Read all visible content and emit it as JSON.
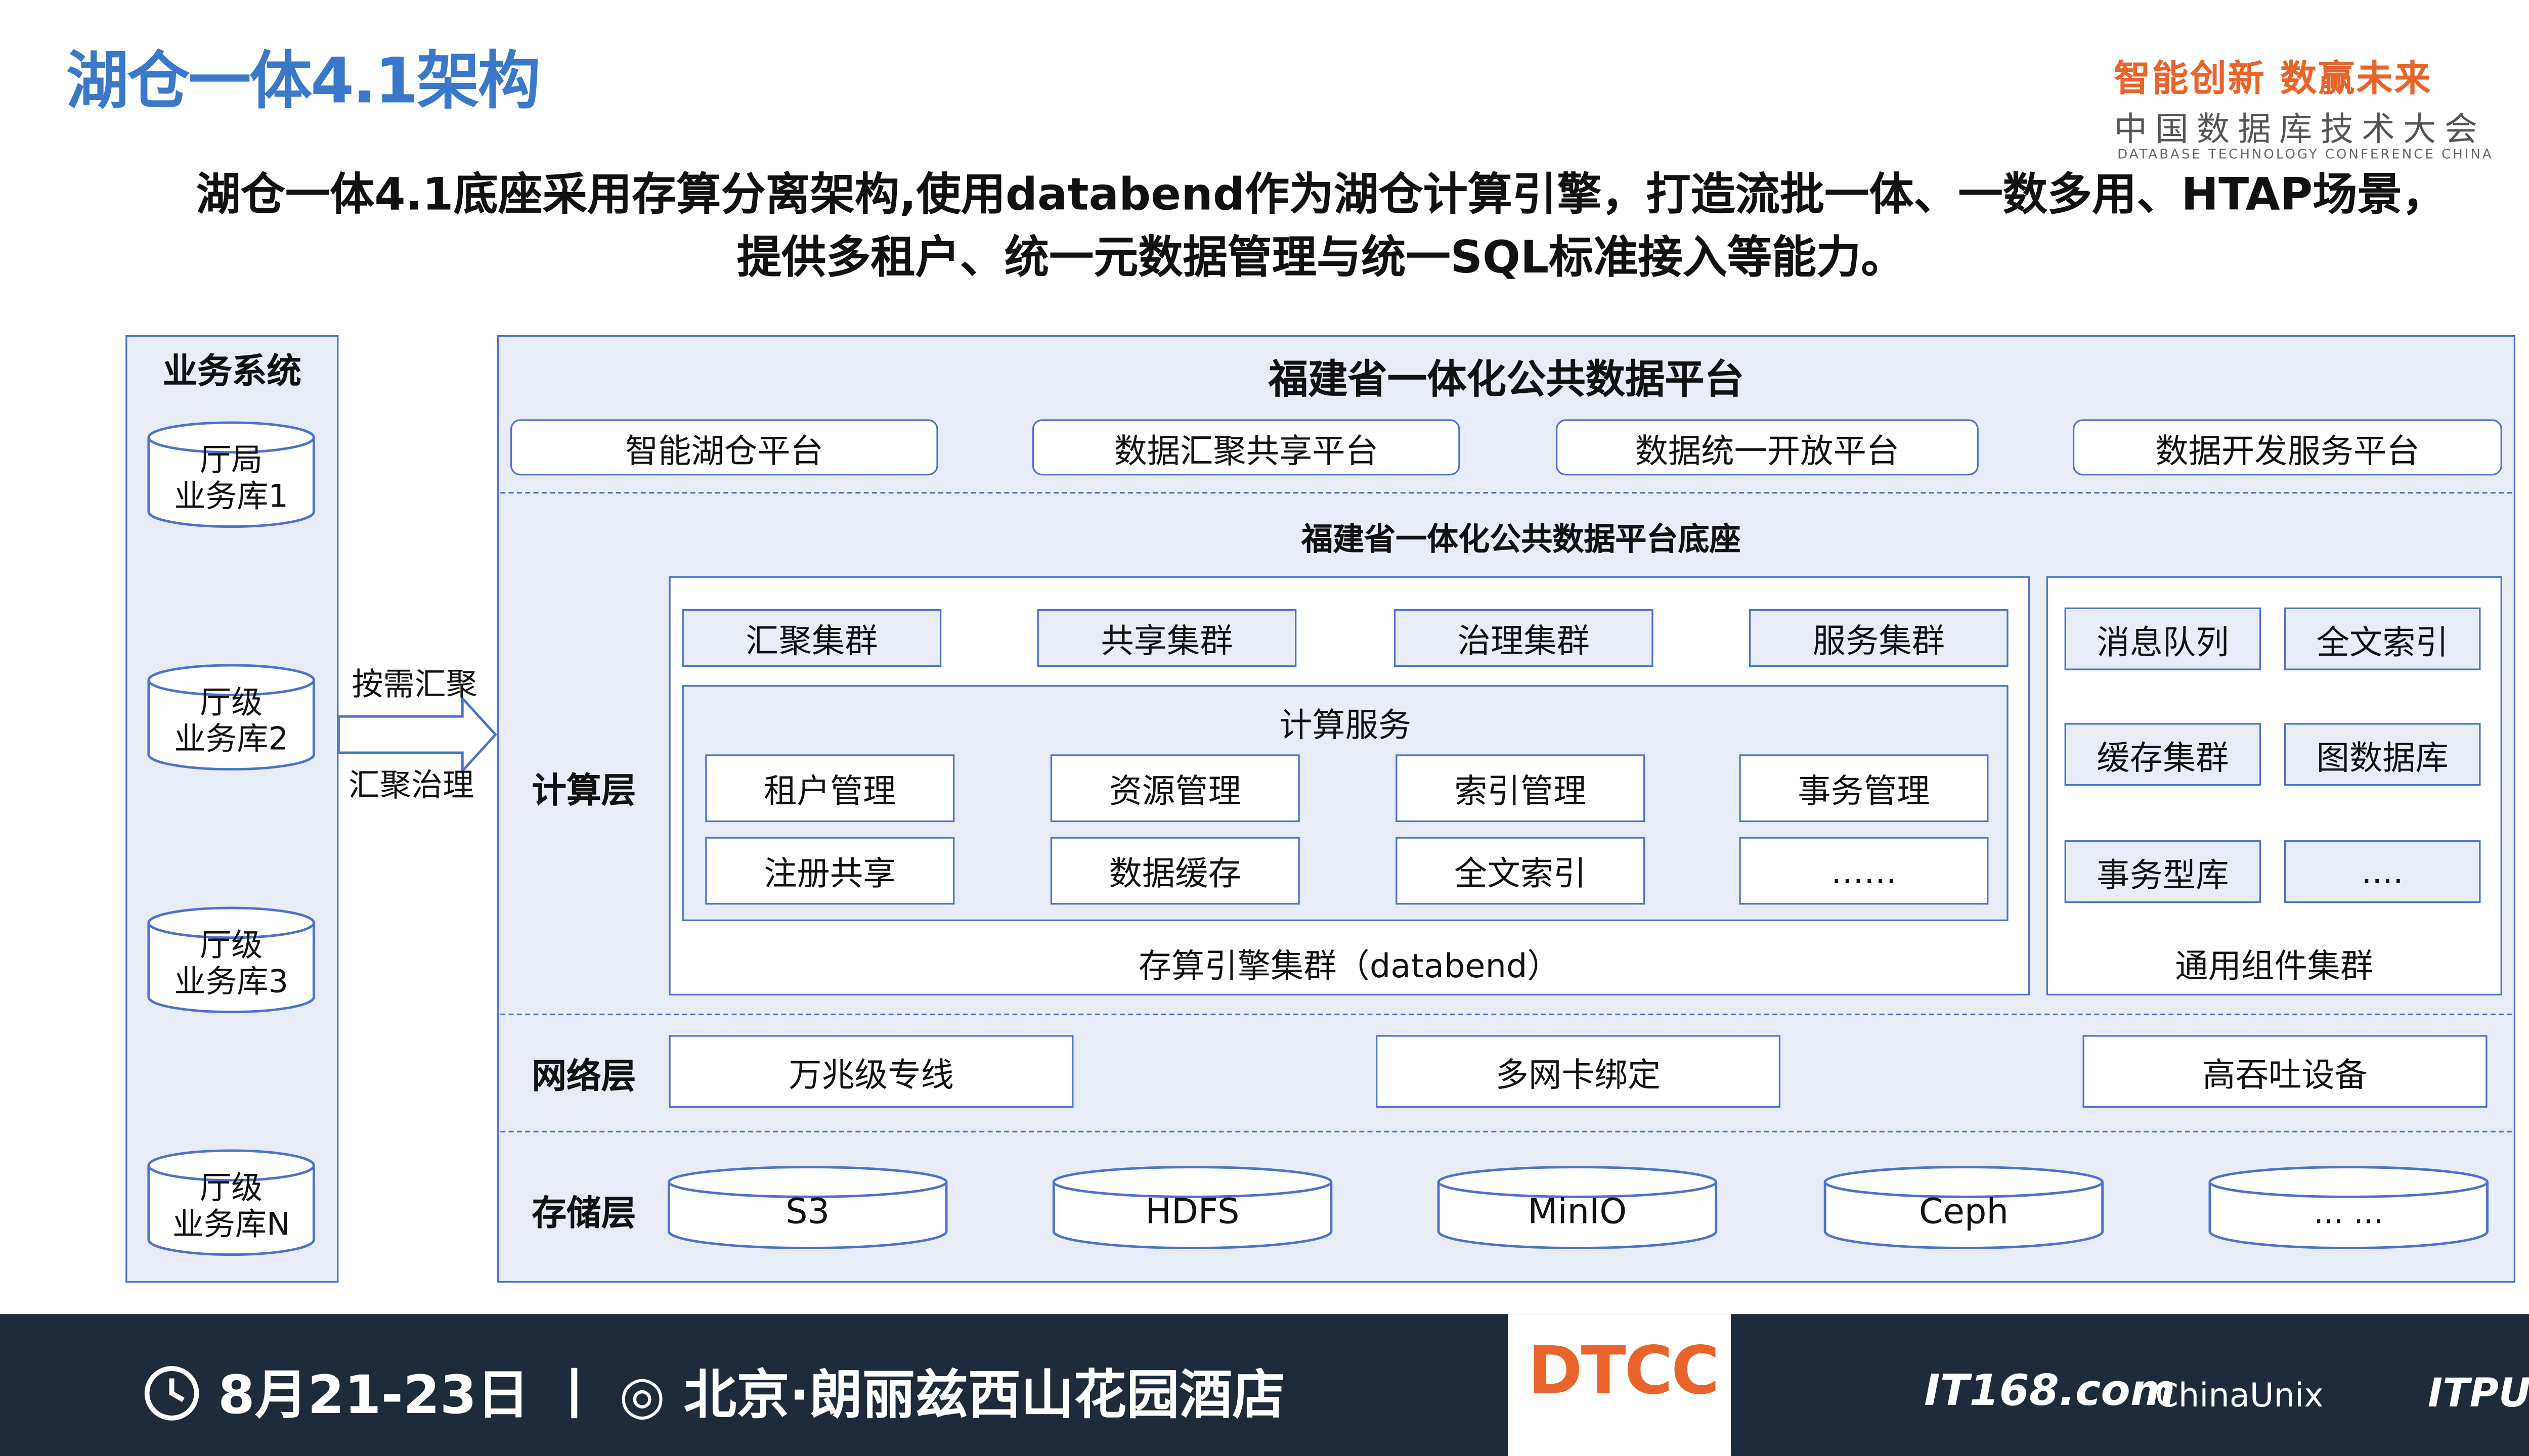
{
  "header": {
    "title": "湖仓一体4.1架构",
    "logo_slogan": "智能创新 数赢未来",
    "logo_cn": "中国数据库技术大会",
    "logo_en": "DATABASE TECHNOLOGY CONFERENCE CHINA"
  },
  "intro": {
    "line1": "湖仓一体4.1底座采用存算分离架构,使用databend作为湖仓计算引擎，打造流批一体、一数多用、HTAP场景，",
    "line2": "提供多租户、统一元数据管理与统一SQL标准接入等能力。"
  },
  "business": {
    "title": "业务系统",
    "dbs": [
      {
        "line1": "厅局",
        "line2": "业务库1"
      },
      {
        "line1": "厅级",
        "line2": "业务库2"
      },
      {
        "line1": "厅级",
        "line2": "业务库3"
      },
      {
        "line1": "厅级",
        "line2": "业务库N"
      }
    ]
  },
  "arrow": {
    "top_label": "按需汇聚",
    "bottom_label": "汇聚治理"
  },
  "platform": {
    "title": "福建省一体化公共数据平台",
    "apps": [
      "智能湖仓平台",
      "数据汇聚共享平台",
      "数据统一开放平台",
      "数据开发服务平台"
    ],
    "base_title": "福建省一体化公共数据平台底座"
  },
  "compute": {
    "layer_label": "计算层",
    "clusters": [
      "汇聚集群",
      "共享集群",
      "治理集群",
      "服务集群"
    ],
    "service_title": "计算服务",
    "services": [
      "租户管理",
      "资源管理",
      "索引管理",
      "事务管理",
      "注册共享",
      "数据缓存",
      "全文索引",
      "……"
    ],
    "engine_label": "存算引擎集群（databend）",
    "components": [
      "消息队列",
      "全文索引",
      "缓存集群",
      "图数据库",
      "事务型库",
      "...."
    ],
    "component_label": "通用组件集群"
  },
  "network": {
    "layer_label": "网络层",
    "items": [
      "万兆级专线",
      "多网卡绑定",
      "高吞吐设备"
    ]
  },
  "storage": {
    "layer_label": "存储层",
    "items": [
      "S3",
      "HDFS",
      "MinIO",
      "Ceph",
      "... ..."
    ]
  },
  "footer": {
    "text": "8月21-23日 丨 ◎ 北京·朗丽兹西山花园酒店",
    "logos": [
      "DTCC",
      "IT168.com",
      "ChinaUnix",
      "ITPUB"
    ]
  },
  "colors": {
    "accent": "#3a78c9",
    "border": "#4a74c9",
    "panel": "#e7ecf7",
    "logo_orange": "#e8642a",
    "footer": "#1d2b3a"
  }
}
